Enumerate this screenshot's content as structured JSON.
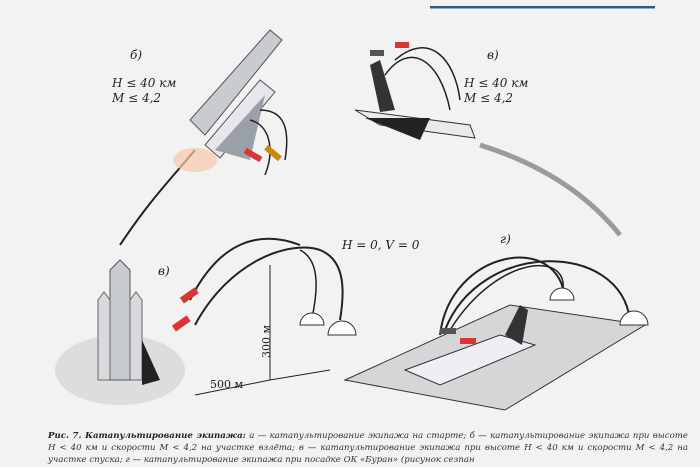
{
  "labels": {
    "b": "б)",
    "v1": "в)",
    "v2": "в)",
    "g": "г)"
  },
  "conditions": {
    "b": {
      "h": "H ≤ 40 км",
      "m": "M ≤ 4,2"
    },
    "v": {
      "h": "H ≤ 40 км",
      "m": "M ≤ 4,2"
    },
    "a": "H = 0, V = 0"
  },
  "dimensions": {
    "height": "300 м",
    "distance": "500 м"
  },
  "caption": {
    "title": "Рис. 7. Катапультирование экипажа:",
    "text": "а — катапультирование экипажа на старте; б — катапультирование экипажа при высоте H < 40 км и скорости M < 4,2 на участке взлёта; в — катапультирование экипажа при высоте H < 40 км и скорости M < 4,2 на участке спуска; г — катапультирование экипажа при посадке ОК «Буран» (рисунок сезпан"
  }
}
